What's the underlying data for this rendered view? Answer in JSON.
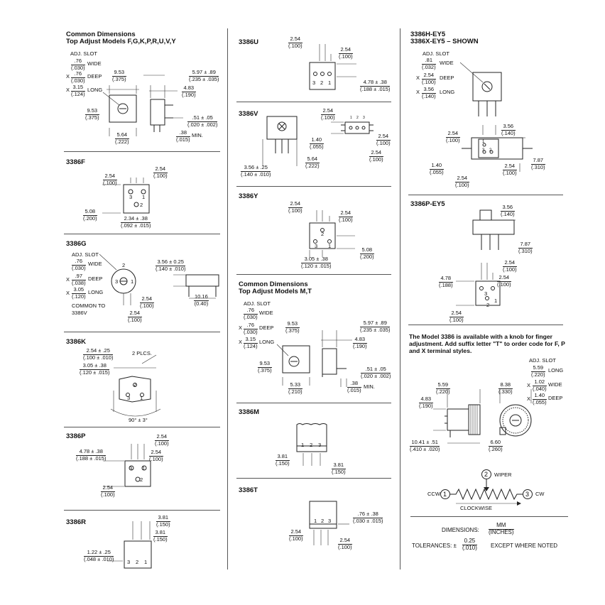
{
  "col1": {
    "common": {
      "title": "Common Dimensions",
      "subtitle": "Top Adjust Models F,G,K,P,R,U,V,Y",
      "adj_slot": "ADJ. SLOT",
      "wide": "WIDE",
      "deep": "DEEP",
      "long": "LONG",
      "f_wide": [
        ".76",
        "(.030)"
      ],
      "f_deep": [
        ".76",
        "(.030)"
      ],
      "f_long": [
        "3.15",
        "(.124)"
      ],
      "x1": "X",
      "x2": "X",
      "d953a": [
        "9.53",
        "(.375)"
      ],
      "d953b": [
        "9.53",
        "(.375)"
      ],
      "d597": [
        "5.97 ± .89",
        "(.235 ± .035)"
      ],
      "d483": [
        "4.83",
        "(.190)"
      ],
      "d51": [
        ".51 ± .05",
        "(.020 ± .002)"
      ],
      "d564": [
        "5.64",
        "(.222)"
      ],
      "d38": [
        ".38",
        "(.015)"
      ],
      "min": "MIN."
    },
    "f": {
      "label": "3386F",
      "d254a": [
        "2.54",
        "(.100)"
      ],
      "d254b": [
        "2.54",
        "(.100)"
      ],
      "d508": [
        "5.08",
        "(.200)"
      ],
      "d234": [
        "2.34 ± .38",
        "(.092 ± .015)"
      ],
      "p3": "3",
      "p1": "1",
      "p2": "2"
    },
    "g": {
      "label": "3386G",
      "adj_slot": "ADJ. SLOT",
      "wide": "WIDE",
      "deep": "DEEP",
      "long": "LONG",
      "x1": "X",
      "x2": "X",
      "f_wide": [
        ".76",
        "(.030)"
      ],
      "f_deep": [
        ".97",
        "(.038)"
      ],
      "f_long": [
        "3.05",
        "(.120)"
      ],
      "d356": [
        "3.56 ± 0.25",
        "(.140 ± .010)"
      ],
      "d1016": [
        "10.16",
        "(0.40)"
      ],
      "d254a": [
        "2.54",
        "(.100)"
      ],
      "d254b": [
        "2.54",
        "(.100)"
      ],
      "common_to": "COMMON TO",
      "v": "3386V",
      "p2": "2",
      "p3": "3",
      "p1": "1"
    },
    "k": {
      "label": "3386K",
      "d254": [
        "2.54 ± .25",
        "(.100 ± .010)"
      ],
      "plcs": "2 PLCS.",
      "d305": [
        "3.05 ± .38",
        "(.120 ± .015)"
      ],
      "angle": "90° ± 3°",
      "p2": "2",
      "p3": "3",
      "p1": "1"
    },
    "p": {
      "label": "3386P",
      "d478": [
        "4.78 ± .38",
        "(.188 ± .015)"
      ],
      "d254a": [
        "2.54",
        "(.100)"
      ],
      "d254b": [
        "2.54",
        "(.100)"
      ],
      "d254c": [
        "2.54",
        "(.100)"
      ],
      "p3": "3",
      "p1": "1",
      "p2": "2"
    },
    "r": {
      "label": "3386R",
      "d381a": [
        "3.81",
        "(.150)"
      ],
      "d381b": [
        "3.81",
        "(.150)"
      ],
      "d122": [
        "1.22 ± .25",
        "(.048 ± .010)"
      ],
      "p3": "3",
      "p2": "2",
      "p1": "1"
    }
  },
  "col2": {
    "u": {
      "label": "3386U",
      "d254a": [
        "2.54",
        "(.100)"
      ],
      "d254b": [
        "2.54",
        "(.100)"
      ],
      "d478": [
        "4.78 ± .38",
        "(.188 ± .015)"
      ],
      "p3": "3",
      "p2": "2",
      "p1": "1"
    },
    "v": {
      "label": "3386V",
      "d254a": [
        "2.54",
        "(.100)"
      ],
      "d140": [
        "1.40",
        "(.055)"
      ],
      "d564": [
        "5.64",
        "(.222)"
      ],
      "d356": [
        "3.56 ± .25",
        "(.140 ± .010)"
      ],
      "d254b": [
        "2.54",
        "(.100)"
      ],
      "d254c": [
        "2.54",
        "(.100)"
      ],
      "p1": "1",
      "p2": "2",
      "p3": "3"
    },
    "y": {
      "label": "3386Y",
      "d254a": [
        "2.54",
        "(.100)"
      ],
      "d254b": [
        "2.54",
        "(.100)"
      ],
      "d508": [
        "5.08",
        "(.200)"
      ],
      "d305": [
        "3.05 ± .38",
        "(.120 ± .015)"
      ],
      "p2": "2",
      "p3": "3",
      "p1": "1"
    },
    "mt": {
      "title": "Common Dimensions",
      "subtitle": "Top Adjust Models M,T",
      "adj_slot": "ADJ. SLOT",
      "wide": "WIDE",
      "deep": "DEEP",
      "long": "LONG",
      "x1": "X",
      "x2": "X",
      "f_wide": [
        ".76",
        "(.030)"
      ],
      "f_deep": [
        ".76",
        "(.030)"
      ],
      "f_long": [
        "3.15",
        "(.124)"
      ],
      "d953a": [
        "9.53",
        "(.375)"
      ],
      "d953b": [
        "9.53",
        "(.375)"
      ],
      "d597": [
        "5.97 ± .89",
        "(.235 ± .035)"
      ],
      "d483": [
        "4.83",
        "(.190)"
      ],
      "d51": [
        ".51 ± .05",
        "(.020 ± .002)"
      ],
      "d533": [
        "5.33",
        "(.210)"
      ],
      "d38": [
        ".38",
        "(.015)"
      ],
      "min": "MIN."
    },
    "m": {
      "label": "3386M",
      "d381a": [
        "3.81",
        "(.150)"
      ],
      "d381b": [
        "3.81",
        "(.150)"
      ],
      "p1": "1",
      "p2": "2",
      "p3": "3"
    },
    "t": {
      "label": "3386T",
      "d76": [
        ".76 ± .38",
        "(.030 ± .015)"
      ],
      "d254a": [
        "2.54",
        "(.100)"
      ],
      "d254b": [
        "2.54",
        "(.100)"
      ],
      "p1": "1",
      "p2": "2",
      "p3": "3"
    }
  },
  "col3": {
    "hey5": {
      "label1": "3386H-EY5",
      "label2": "3386X-EY5 – SHOWN",
      "adj_slot": "ADJ. SLOT",
      "wide": "WIDE",
      "deep": "DEEP",
      "long": "LONG",
      "x1": "X",
      "x2": "X",
      "f_wide": [
        ".81",
        "(.032)"
      ],
      "f_deep": [
        "2.54",
        "(.100)"
      ],
      "f_long": [
        "3.56",
        "(.140)"
      ],
      "d254a": [
        "2.54",
        "(.100)"
      ],
      "d356": [
        "3.56",
        "(.140)"
      ],
      "d140": [
        "1.40",
        "(.055)"
      ],
      "d787": [
        "7.87",
        "(.310)"
      ],
      "d254b": [
        "2.54",
        "(.100)"
      ],
      "d254c": [
        "2.54",
        "(.100)"
      ],
      "p1": "1",
      "p2": "2",
      "p3": "3"
    },
    "pey5": {
      "label": "3386P-EY5",
      "d356": [
        "3.56",
        "(.140)"
      ],
      "d787": [
        "7.87",
        "(.310)"
      ],
      "d254a": [
        "2.54",
        "(.100)"
      ],
      "d478": [
        "4.78",
        "(.188)"
      ],
      "d254b": [
        "2.54",
        "(.100)"
      ],
      "d254c": [
        "2.54",
        "(.100)"
      ],
      "p3": "3",
      "p1": "1",
      "p2": "2"
    },
    "knob": {
      "note": "The Model 3386 is available with a knob for finger adjustment. Add suffix letter \"T\" to order code for F, P and X terminal styles.",
      "adj_slot": "ADJ. SLOT",
      "long": "LONG",
      "wide": "WIDE",
      "deep": "DEEP",
      "x1": "X",
      "x2": "X",
      "f_long": [
        "5.59",
        "(.220)"
      ],
      "f_wide": [
        "1.02",
        "(.040)"
      ],
      "f_deep": [
        "1.40",
        "(.055)"
      ],
      "d559": [
        "5.59",
        "(.220)"
      ],
      "d838": [
        "8.38",
        "(.330)"
      ],
      "d483": [
        "4.83",
        "(.190)"
      ],
      "d1041": [
        "10.41 ± .51",
        "(.410 ± .020)"
      ],
      "d660": [
        "6.60",
        "(.260)"
      ]
    },
    "schem": {
      "wiper": "WIPER",
      "ccw": "CCW",
      "cw": "CW",
      "clockwise": "CLOCKWISE",
      "n1": "1",
      "n2": "2",
      "n3": "3"
    },
    "dims": {
      "label": "DIMENSIONS:",
      "mm": "MM",
      "inches": "(INCHES)"
    },
    "tol": {
      "label": "TOLERANCES: ±",
      "val": "0.25",
      "inch": "(.010)",
      "except": "EXCEPT WHERE NOTED"
    }
  }
}
